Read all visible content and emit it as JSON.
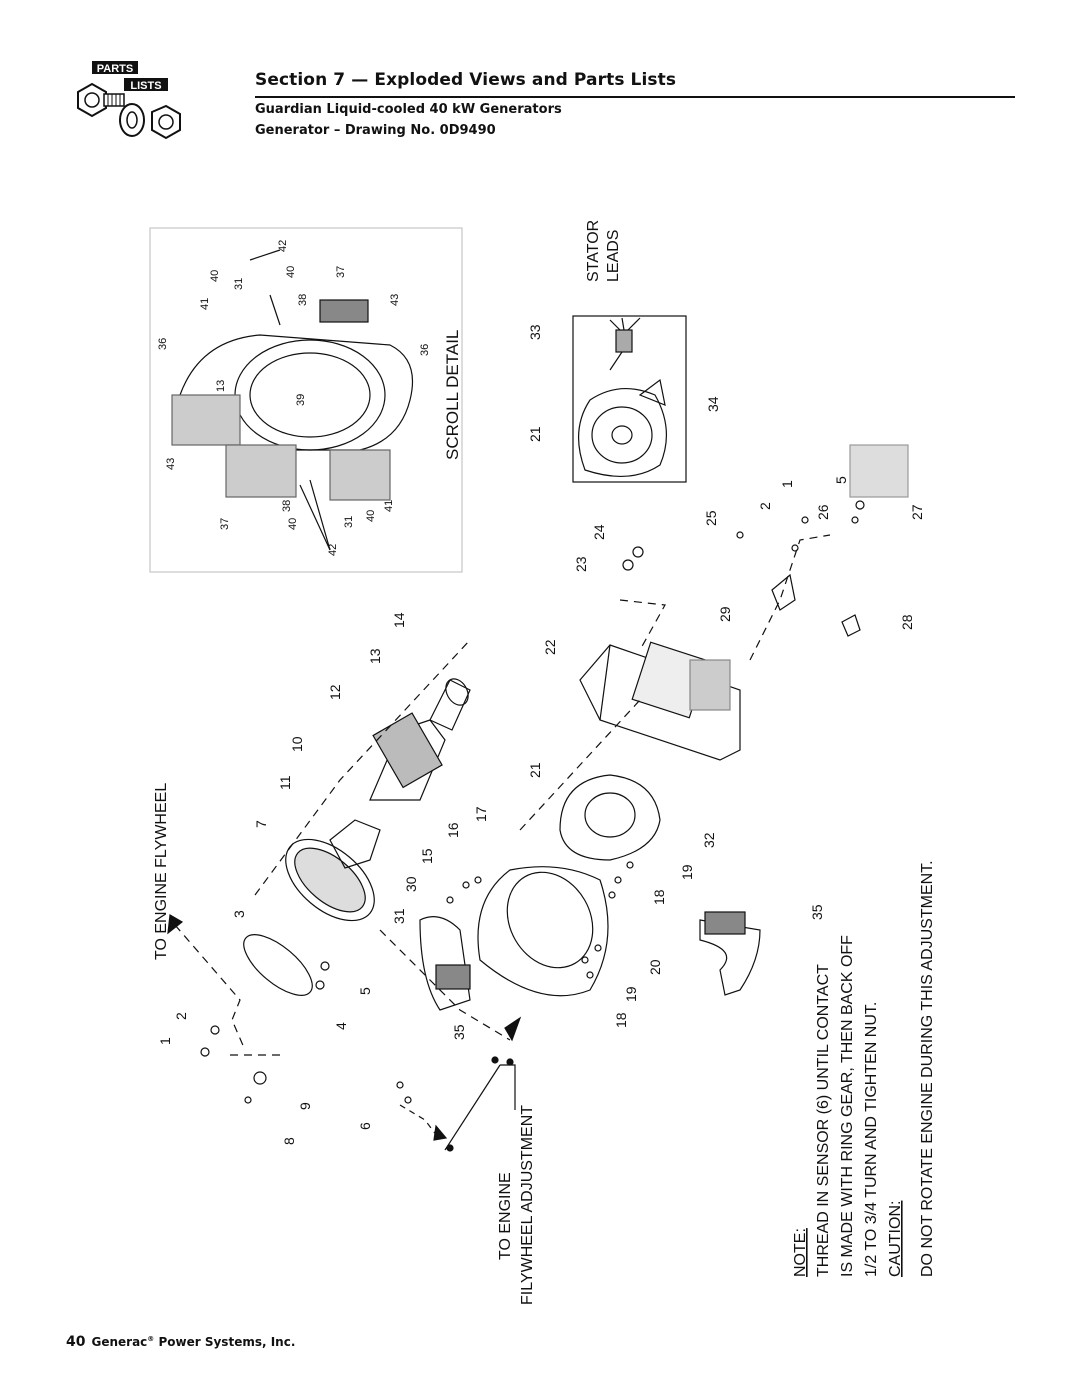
{
  "header": {
    "icon_text_top": "PARTS",
    "icon_text_bottom": "LISTS",
    "section_title": "Section 7 — Exploded Views and Parts Lists",
    "subtitle_line1": "Guardian Liquid-cooled 40 kW Generators",
    "subtitle_line2": "Generator – Drawing No. 0D9490"
  },
  "labels": {
    "to_engine_flywheel": "TO ENGINE FLYWHEEL",
    "to_engine": "TO ENGINE",
    "flywheel_adjustment": "FILYWHEEL ADJUSTMENT",
    "scroll_detail": "SCROLL DETAIL",
    "stator": "STATOR",
    "leads": "LEADS"
  },
  "notes": {
    "note_heading": "NOTE:",
    "note_line1": "THREAD IN SENSOR (6) UNTIL CONTACT",
    "note_line2": "IS MADE WITH RING GEAR, THEN BACK OFF",
    "note_line3": "1/2 TO 3/4 TURN AND TIGHTEN NUT.",
    "caution_heading": "CAUTION:",
    "caution_line1": "DO NOT ROTATE ENGINE DURING THIS ADJUSTMENT."
  },
  "part_numbers": [
    "1",
    "2",
    "3",
    "4",
    "5",
    "6",
    "7",
    "8",
    "9",
    "10",
    "11",
    "12",
    "13",
    "14",
    "15",
    "16",
    "17",
    "18",
    "18",
    "19",
    "19",
    "20",
    "21",
    "21",
    "22",
    "23",
    "24",
    "25",
    "26",
    "27",
    "28",
    "29",
    "30",
    "31",
    "32",
    "33",
    "34",
    "35",
    "35",
    "1",
    "2",
    "5"
  ],
  "scroll_detail_numbers": [
    "36",
    "36",
    "37",
    "37",
    "38",
    "38",
    "39",
    "40",
    "40",
    "40",
    "40",
    "41",
    "41",
    "31",
    "31",
    "42",
    "42",
    "43",
    "43",
    "13"
  ],
  "footer": {
    "page_number": "40",
    "company": "Generac",
    "company_suffix": "Power Systems, Inc.",
    "registered_mark": "®"
  }
}
